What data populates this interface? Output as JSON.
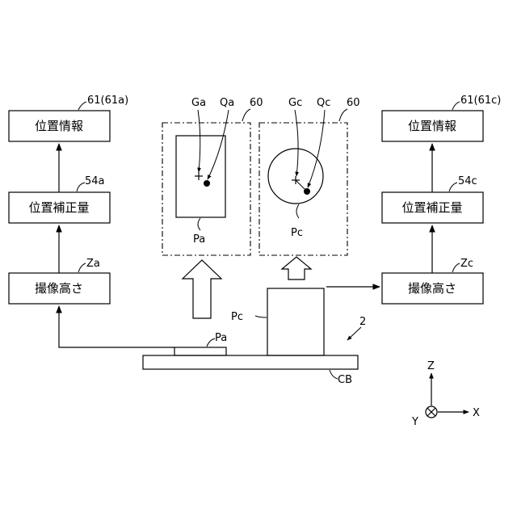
{
  "left_chain": {
    "box_top": {
      "label": "位置情報",
      "ref": "61(61a)"
    },
    "box_mid": {
      "label": "位置補正量",
      "ref": "54a"
    },
    "box_bot": {
      "label": "撮像高さ",
      "ref": "Za"
    }
  },
  "right_chain": {
    "box_top": {
      "label": "位置情報",
      "ref": "61(61c)"
    },
    "box_mid": {
      "label": "位置補正量",
      "ref": "54c"
    },
    "box_bot": {
      "label": "撮像高さ",
      "ref": "Zc"
    }
  },
  "image_a": {
    "ref": "60",
    "g_label": "Ga",
    "q_label": "Qa",
    "part_label": "Pa"
  },
  "image_c": {
    "ref": "60",
    "g_label": "Gc",
    "q_label": "Qc",
    "part_label": "Pc"
  },
  "board": {
    "ref": "CB",
    "part_a": "Pa",
    "part_c": "Pc",
    "device_ref": "2"
  },
  "axes": {
    "z": "Z",
    "x": "X",
    "y": "Y"
  }
}
